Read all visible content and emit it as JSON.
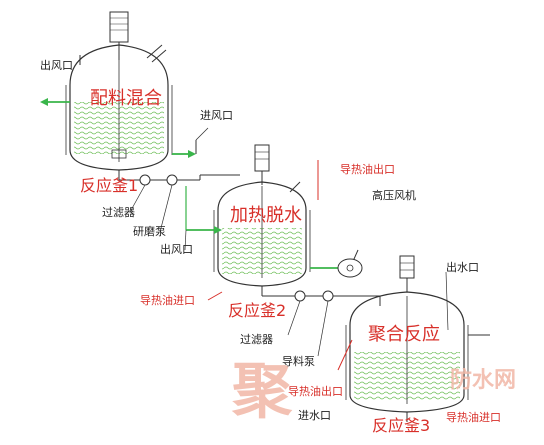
{
  "colors": {
    "line": "#333333",
    "liquid": "#6fbf5a",
    "pipe_green": "#39b54a",
    "red_text": "#d8302a",
    "watermark": "#f2b7a6"
  },
  "labels": {
    "tank1_title": "配料混合",
    "tank1_name": "反应釜1",
    "tank2_title": "加热脱水",
    "tank2_name": "反应釜2",
    "tank3_title": "聚合反应",
    "tank3_name": "反应釜3",
    "air_outlet_1": "出风口",
    "air_inlet": "进风口",
    "filter_1": "过滤器",
    "grinding_pump": "研磨泵",
    "air_outlet_2": "出风口",
    "heat_oil_outlet_1": "导热油出口",
    "high_pressure_fan": "高压风机",
    "heat_oil_inlet_1": "导热油进口",
    "filter_2": "过滤器",
    "material_pump": "导料泵",
    "heat_oil_outlet_2": "导热油出口",
    "water_inlet": "进水口",
    "water_outlet": "出水口",
    "heat_oil_inlet_2": "导热油进口"
  },
  "watermark": {
    "main": "聚",
    "site": "防水网"
  }
}
